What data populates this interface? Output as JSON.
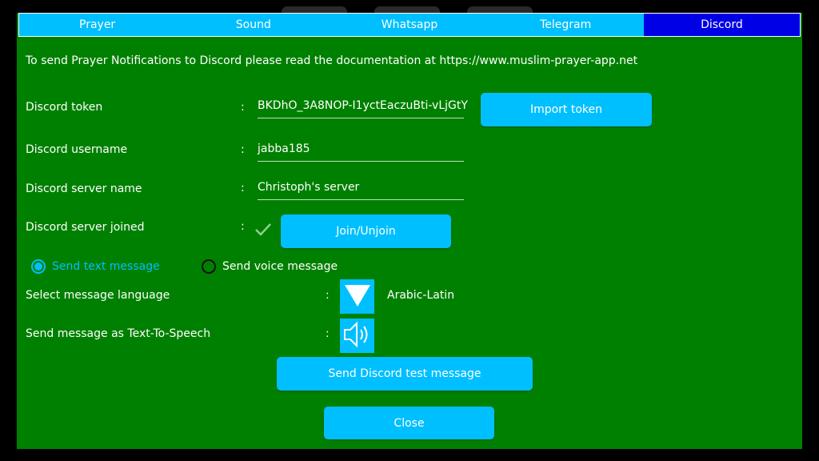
{
  "tabs": [
    {
      "label": "Prayer",
      "active": false
    },
    {
      "label": "Sound",
      "active": false
    },
    {
      "label": "Whatsapp",
      "active": false
    },
    {
      "label": "Telegram",
      "active": false
    },
    {
      "label": "Discord",
      "active": true
    }
  ],
  "info_text": "To send Prayer Notifications to Discord please read the documentation at https://www.muslim-prayer-app.net",
  "separator": ":",
  "fields": {
    "token": {
      "label": "Discord token",
      "value": "BKDhO_3A8NOP-I1yctEaczuBti-vLjGtY"
    },
    "username": {
      "label": "Discord username",
      "value": "jabba185"
    },
    "server_name": {
      "label": "Discord server name",
      "value": "Christoph's server"
    },
    "server_joined": {
      "label": "Discord server joined",
      "checked": true
    }
  },
  "buttons": {
    "import_token": "Import token",
    "join_unjoin": "Join/Unjoin",
    "send_test": "Send Discord test message",
    "close": "Close"
  },
  "radios": {
    "text": {
      "label": "Send text message",
      "selected": true
    },
    "voice": {
      "label": "Send voice message",
      "selected": false
    }
  },
  "language": {
    "label": "Select message language",
    "value": "Arabic-Latin",
    "icon": "dropdown-triangle-icon"
  },
  "tts": {
    "label": "Send message as Text-To-Speech",
    "icon": "speaker-icon"
  },
  "colors": {
    "panel_bg": "#008000",
    "accent": "#00bfff",
    "active_tab": "#0000e6"
  }
}
